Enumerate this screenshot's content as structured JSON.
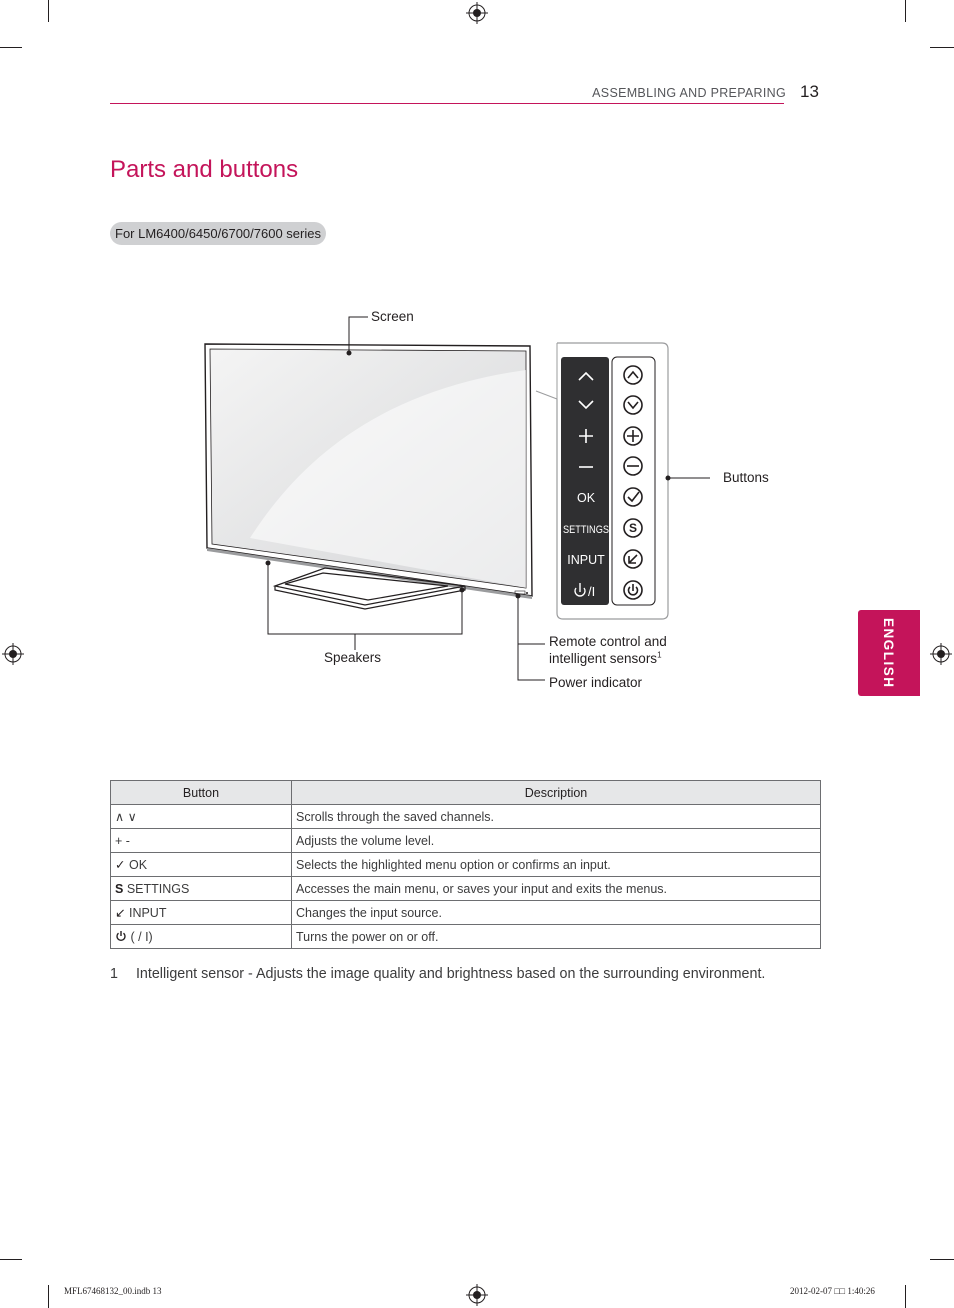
{
  "header": {
    "section": "ASSEMBLING AND PREPARING",
    "page_number": "13"
  },
  "title": "Parts and buttons",
  "series_label": "For LM6400/6450/6700/7600 series",
  "side_tab": "ENGLISH",
  "diagram": {
    "screen_label": "Screen",
    "buttons_label": "Buttons",
    "speakers_label": "Speakers",
    "sensor_label_line1": "Remote control and",
    "sensor_label_line2": "intelligent sensors",
    "sensor_footnote_mark": "1",
    "power_indicator_label": "Power indicator",
    "panel_labels": {
      "ok": "OK",
      "settings": "SETTINGS",
      "input": "INPUT",
      "power": "/I"
    }
  },
  "table": {
    "headers": [
      "Button",
      "Description"
    ],
    "rows": [
      {
        "button": "∧ ∨",
        "description": "Scrolls through the saved channels.",
        "icon": "chevron-icon"
      },
      {
        "button": "+  -",
        "description": "Adjusts the volume level.",
        "icon": "volume-icon"
      },
      {
        "button": "OK",
        "description": "Selects the highlighted menu option or confirms an input.",
        "icon": "check-icon"
      },
      {
        "button": "SETTINGS",
        "description": "Accesses the main menu, or saves your input and exits the menus.",
        "icon": "settings-icon"
      },
      {
        "button": "INPUT",
        "description": "Changes the input source.",
        "icon": "input-icon"
      },
      {
        "button": "( / I)",
        "description": "Turns the power on or off.",
        "icon": "power-icon"
      }
    ]
  },
  "footnote": {
    "number": "1",
    "text": "Intelligent sensor - Adjusts the image quality and brightness based on the surrounding environment."
  },
  "footer": {
    "file": "MFL67468132_00.indb   13",
    "timestamp": "2012-02-07   □□ 1:40:26"
  },
  "colors": {
    "accent": "#c4145a",
    "panel": "#2f2f31",
    "rule": "#6d6e71"
  }
}
